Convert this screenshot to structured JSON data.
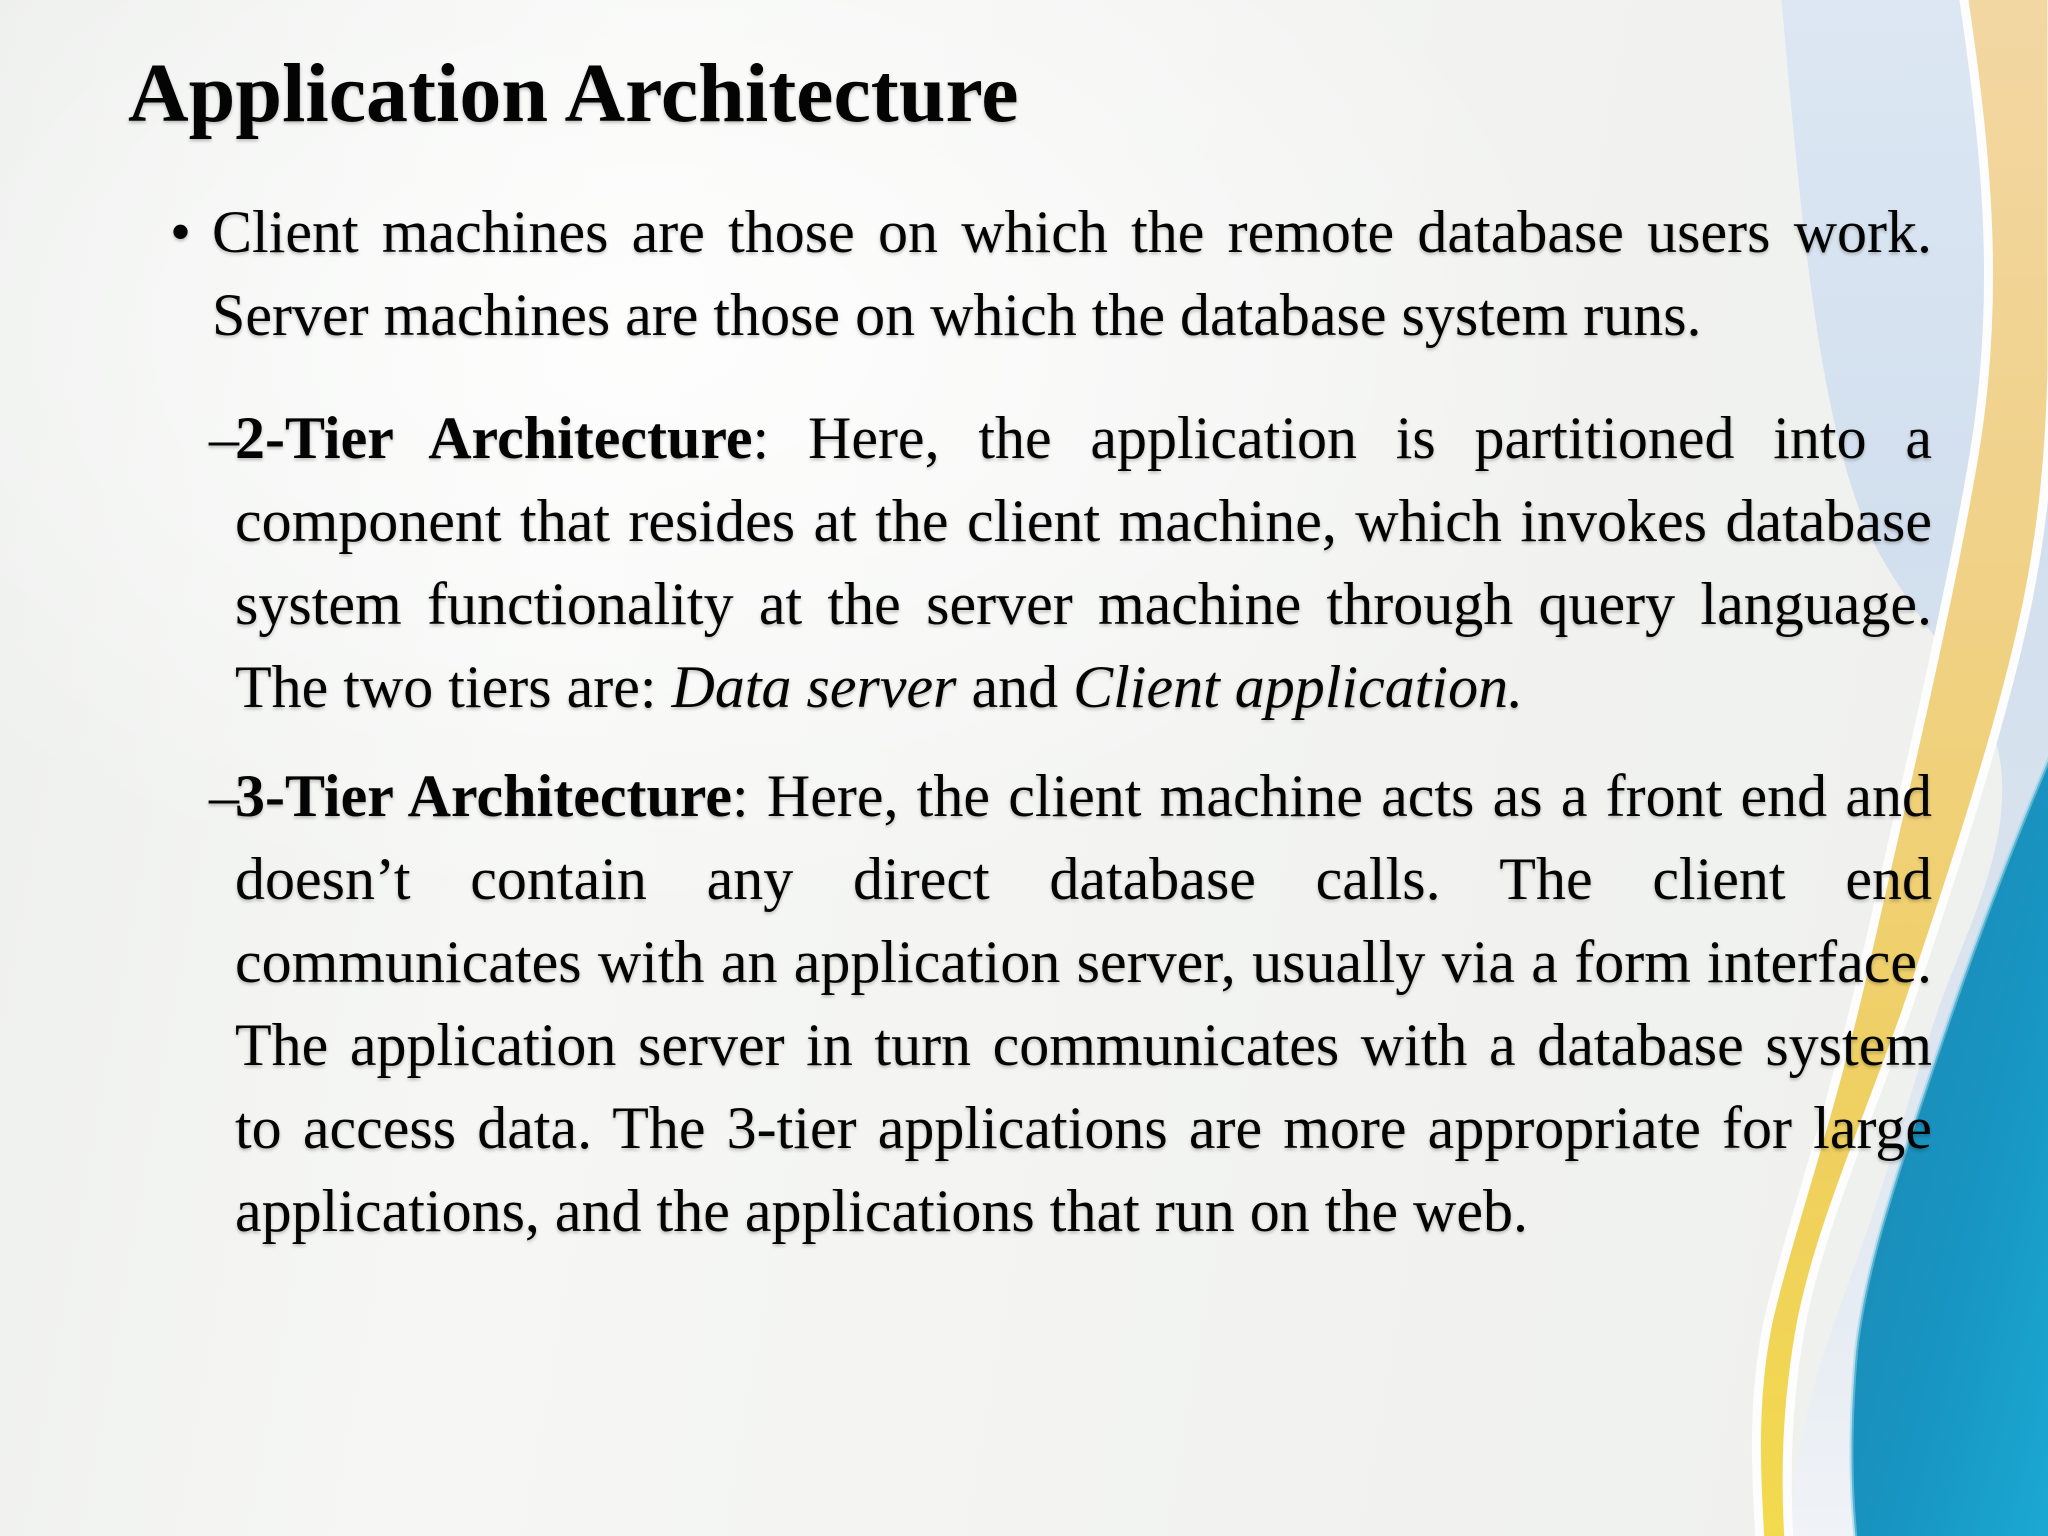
{
  "slide": {
    "title": "Application Architecture",
    "bullets": [
      {
        "level": 1,
        "marker": "•",
        "segments": [
          {
            "style": "normal",
            "text": "Client machines are those on which the remote database users work. Server machines are those on which the database system runs."
          }
        ]
      },
      {
        "level": 2,
        "marker": "–",
        "segments": [
          {
            "style": "bold",
            "text": "2-Tier Architecture"
          },
          {
            "style": "normal",
            "text": ": Here, the application is partitioned into a component that resides at the client machine, which invokes database system functionality at the server machine through query language. The two tiers are: "
          },
          {
            "style": "italic",
            "text": "Data server"
          },
          {
            "style": "normal",
            "text": " and "
          },
          {
            "style": "italic",
            "text": "Client application."
          }
        ]
      },
      {
        "level": 2,
        "marker": "–",
        "segments": [
          {
            "style": "bold",
            "text": "3-Tier Architecture"
          },
          {
            "style": "normal",
            "text": ": Here, the client machine acts as a front end and doesn’t contain any direct database calls. The client end communicates with an application server, usually via a form interface. The application server in turn communicates with a database system to access data. The 3-tier applications are more appropriate for large applications, and the applications that run on the web."
          }
        ]
      }
    ],
    "decor": {
      "pale_blue_wave": "pale-blue curved band, top right",
      "gold_wave": "gold-yellow curved band, right edge",
      "teal_wave": "teal corner blob, bottom right",
      "colors": {
        "pale_blue": "#d6e2ef",
        "tan_top": "#f2d7a3",
        "gold_mid": "#efd066",
        "yellow_bottom": "#f3da4d",
        "teal_dark": "#1d84b0",
        "teal_light": "#1aa9d3",
        "background": "#f2f3f1"
      }
    }
  }
}
